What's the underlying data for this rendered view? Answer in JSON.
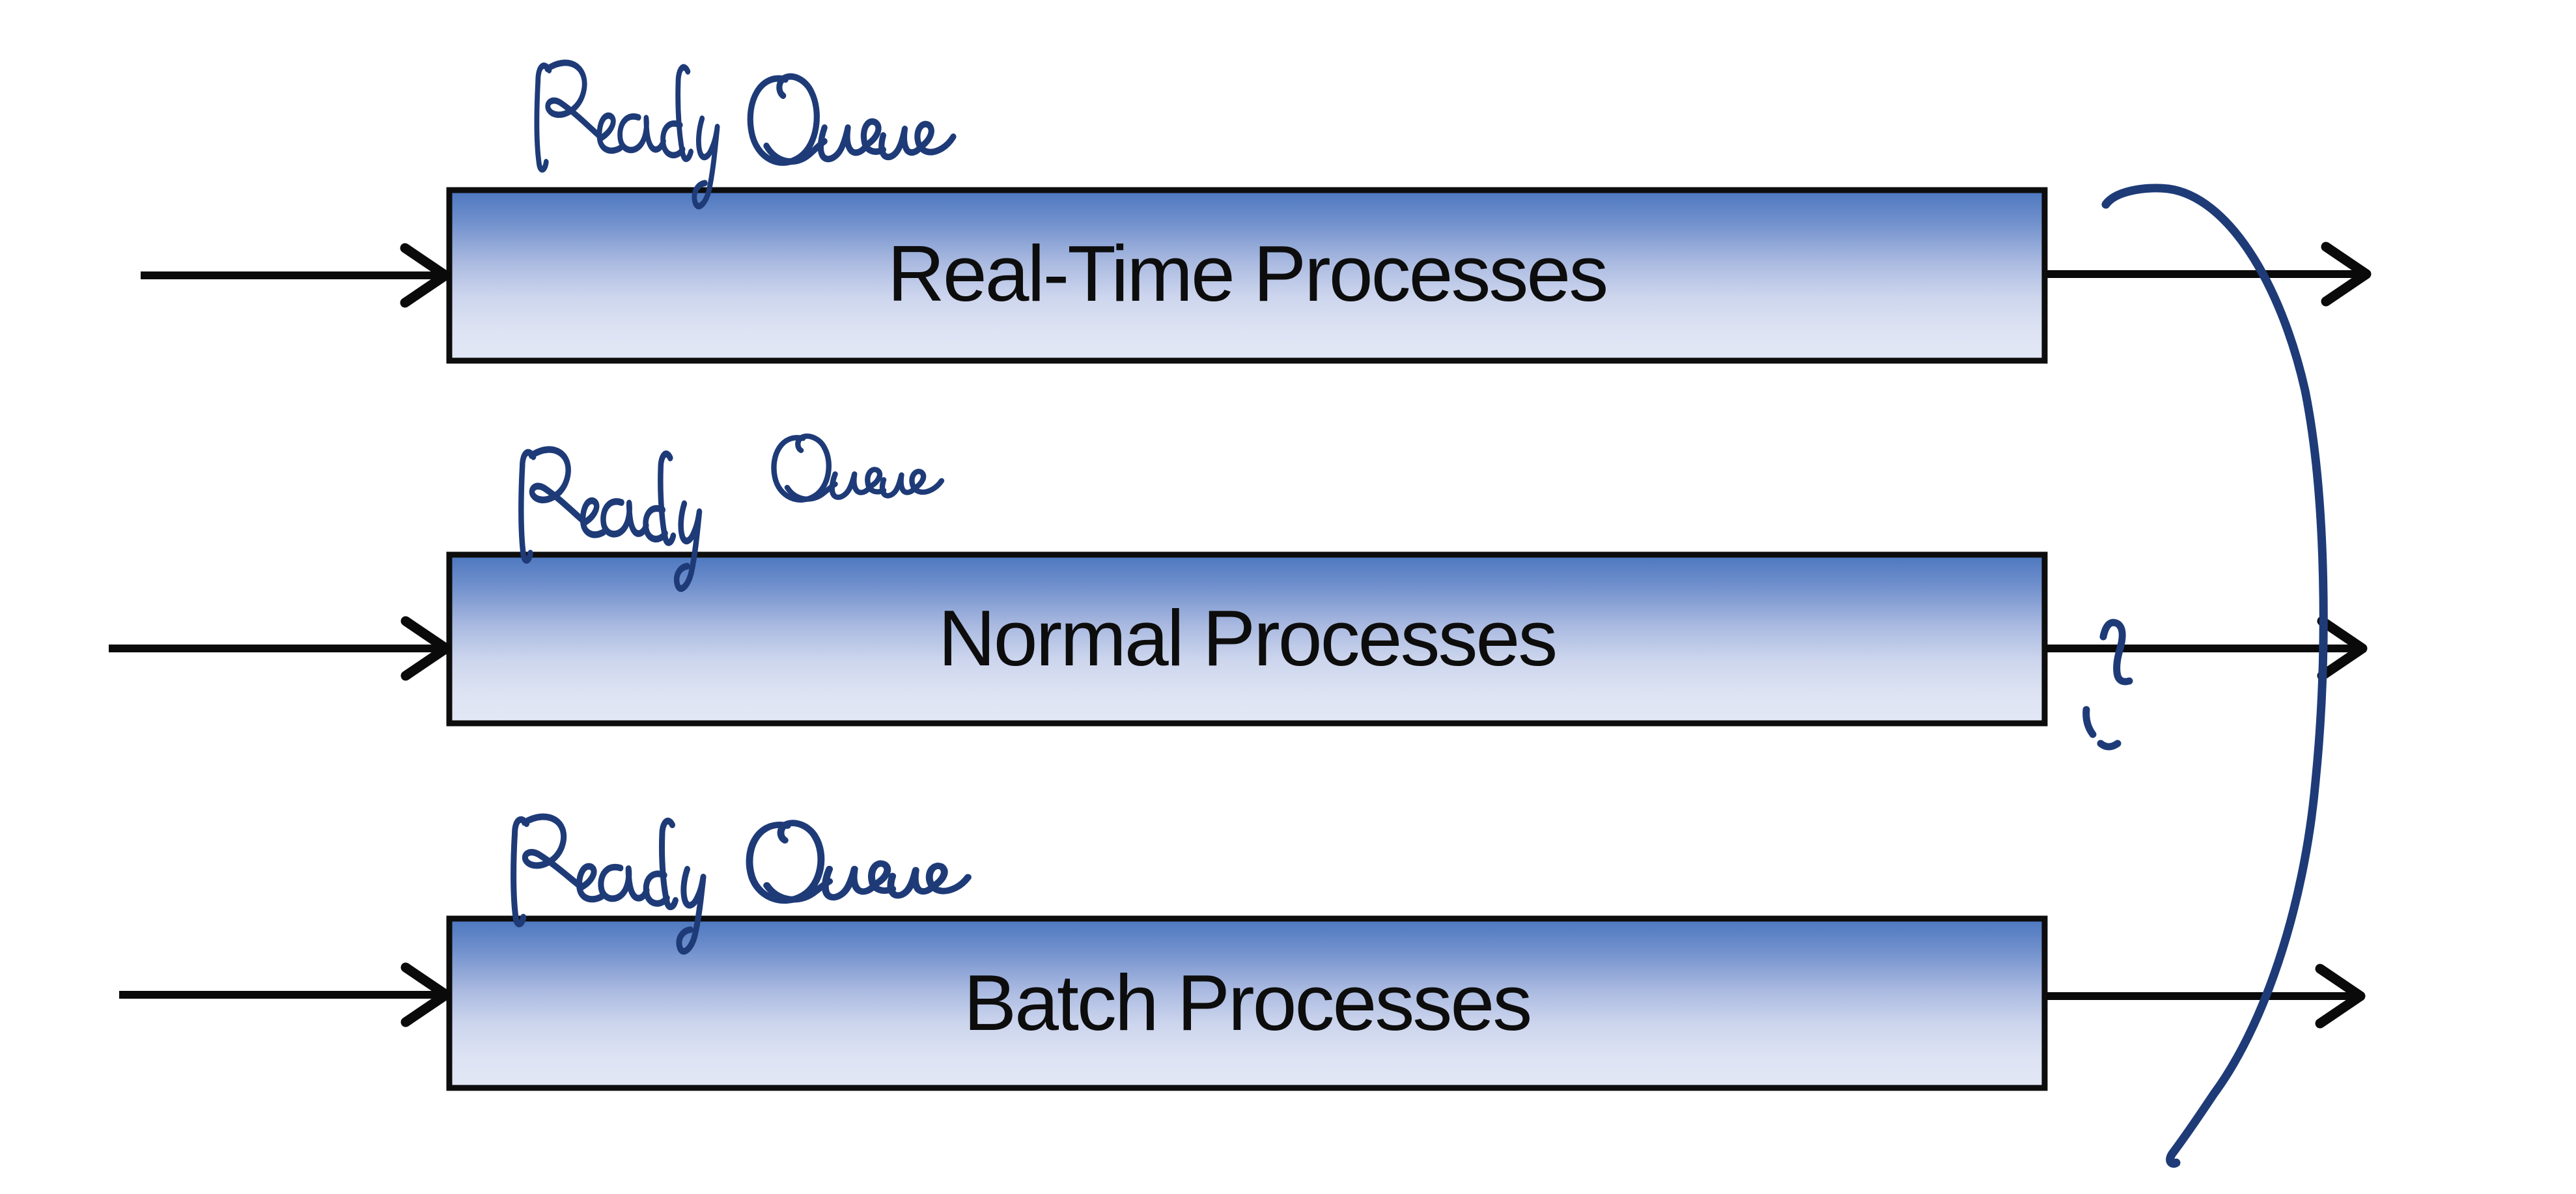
{
  "canvas": {
    "background": "#ffffff"
  },
  "colors": {
    "ink_blue": "#1e3b78",
    "arrow_black": "#0a0a0a",
    "box_border": "#0d0d0d",
    "label_text": "#0d0d0d",
    "box_gradient_top": "#4c77bf",
    "box_gradient_mid": "#9db1dc",
    "box_gradient_bottom": "#e3e8f6"
  },
  "queues": [
    {
      "label": "Real-Time Processes",
      "annotation": "Ready Queue"
    },
    {
      "label": "Normal Processes",
      "annotation": "Ready Queue"
    },
    {
      "label": "Batch Processes",
      "annotation": "Ready Queue"
    }
  ]
}
